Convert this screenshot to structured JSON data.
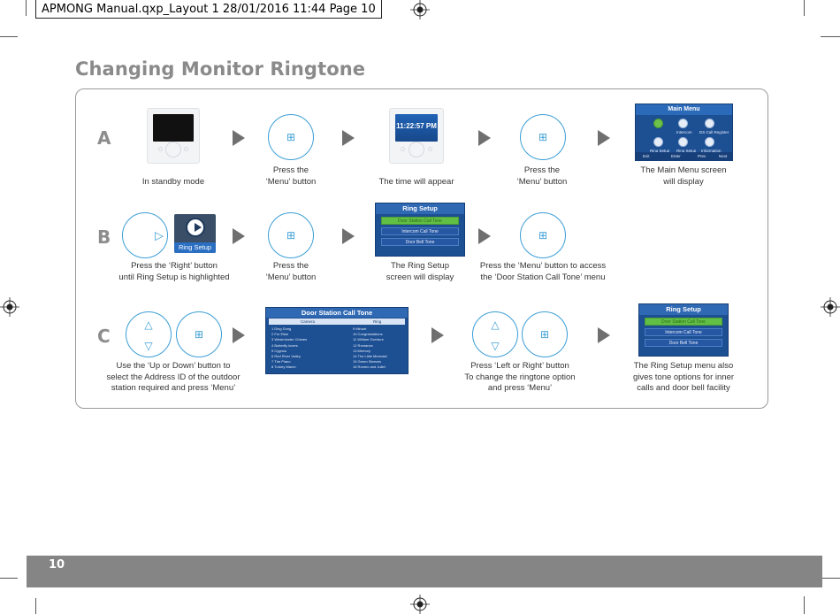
{
  "slug_text": "APMONG Manual.qxp_Layout 1  28/01/2016  11:44  Page 10",
  "title": "Changing Monitor Ringtone",
  "rows": {
    "a": {
      "letter": "A",
      "caption1": "In standby mode",
      "caption2": [
        "Press the",
        "‘Menu’ button"
      ],
      "caption3": "The time will appear",
      "caption4": [
        "Press the",
        "‘Menu’ button"
      ],
      "caption5": [
        "The Main Menu screen",
        "will display"
      ]
    },
    "b": {
      "letter": "B",
      "caption1": [
        "Press the ‘Right’ button",
        "until Ring Setup is highlighted"
      ],
      "caption2": [
        "Press the",
        "‘Menu’ button"
      ],
      "caption3": [
        "The Ring Setup",
        "screen will display"
      ],
      "caption4": [
        "Press the ‘Menu’ button to access",
        "the ‘Door Station Call Tone’ menu"
      ]
    },
    "c": {
      "letter": "C",
      "caption1": [
        "Use the ‘Up or Down’ button to",
        "select the Address ID of  the outdoor",
        "station required and press ‘Menu’"
      ],
      "caption2": [
        "Press ‘Left or Right’ button",
        "To change the ringtone option",
        "and press ‘Menu’"
      ],
      "caption3": [
        "The Ring Setup menu also",
        "gives tone options for inner",
        "calls and door bell facility"
      ]
    }
  },
  "screens": {
    "time_text": "11:22:57 PM",
    "main_menu": {
      "title": "Main Menu",
      "items": [
        "Intercom",
        "DS Call Register",
        "Ring Setup",
        "Ring Setup",
        "Information"
      ],
      "footer": [
        "Exit",
        "Enter",
        "Prev",
        "Next"
      ]
    },
    "ring_setup": {
      "title": "Ring Setup",
      "items": [
        "Door Station Call Tone",
        "Intercom Call Tone",
        "Door Bell Tone"
      ]
    },
    "ring_setup_tile_label": "Ring Setup",
    "door_station": {
      "title": "Door Station Call Tone",
      "col_camera": "Camera",
      "col_ring": "Ring",
      "list_left": [
        "1 Ding Dong",
        "2 For Elise",
        "3 Westminster Chimes",
        "4 Butterfly lovers",
        "5 Cygnus",
        "6 Red River Valley",
        "7 The Piano",
        "8 Turkey March"
      ],
      "list_right": [
        "9 Minuet",
        "10 Congratulations",
        "11 William Overture",
        "12 Romance",
        "13 Memory",
        "14 The Little Mermaid",
        "15 Green Sleeves",
        "16 Romeo and Juliet"
      ]
    }
  },
  "button_glyph": "⊞",
  "nav_glyphs": {
    "right": "▷",
    "up": "△",
    "down": "▽"
  },
  "page_number": "10",
  "colors": {
    "accent_blue": "#3c9ed6",
    "title_grey": "#8a8a8a",
    "footer_grey": "#858585"
  }
}
